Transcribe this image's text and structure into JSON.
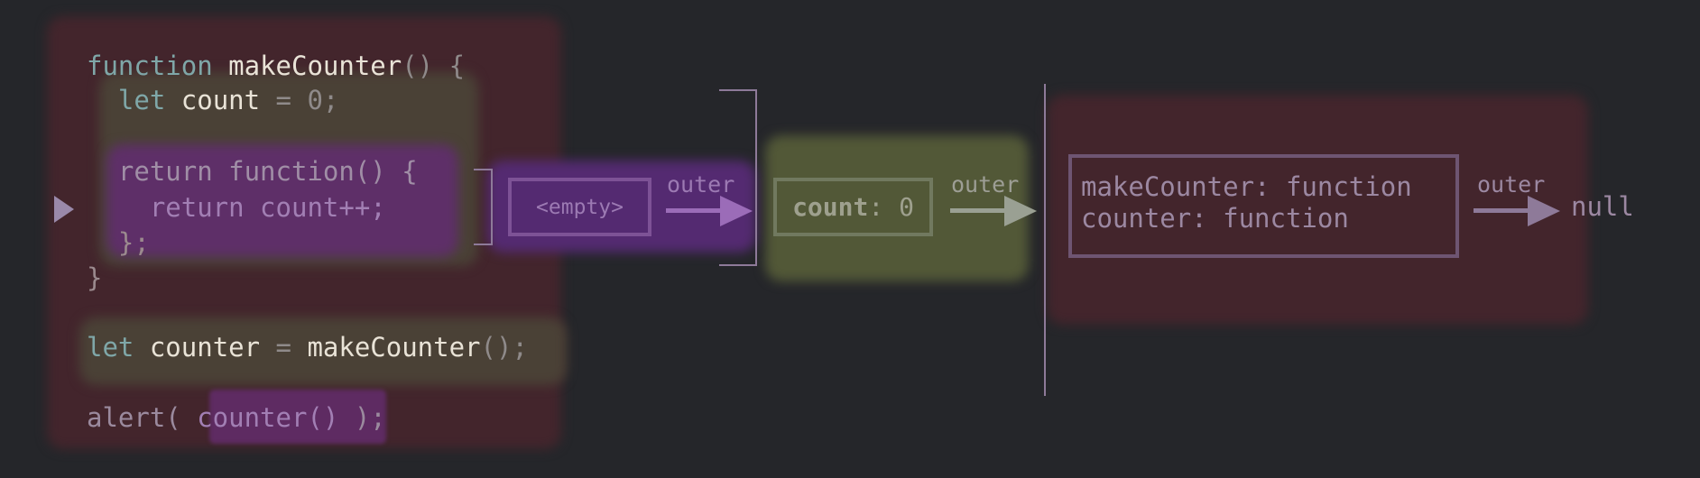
{
  "code": {
    "line1": {
      "kw": "function",
      "name": " makeCounter",
      "parens": "()",
      "brace": " {"
    },
    "line2": {
      "indent": "  ",
      "kw": "let",
      "name": " count",
      "eq": " =",
      "val": " 0",
      "semi": ";"
    },
    "line3": {
      "indent": "  ",
      "text": "return function() {"
    },
    "line4": {
      "indent": "    ",
      "text": "return count++;"
    },
    "line5": {
      "indent": "  ",
      "text": "};"
    },
    "line6": {
      "text": "}"
    },
    "line7": {
      "kw": "let",
      "name": " counter",
      "eq": " =",
      "call": " makeCounter",
      "parens": "()",
      "semi": ";"
    },
    "line8": {
      "pre": "alert( ",
      "call": "counter()",
      "post": " );"
    }
  },
  "diagram": {
    "env_empty": {
      "text": "<empty>",
      "outer_label": "outer"
    },
    "env_count": {
      "text_key": "count",
      "text_val": ": 0",
      "outer_label": "outer"
    },
    "env_global": {
      "line1": "makeCounter: function",
      "line2": "counter: function",
      "outer_label": "outer",
      "null_label": "null"
    }
  },
  "colors": {
    "background": "#25262a",
    "red_highlight": "#45252c",
    "olive_highlight": "#4f5339",
    "purple_highlight": "#5a2c6a",
    "line": "#8e7a99"
  },
  "icons": {
    "execution_marker": "play-triangle-icon"
  }
}
